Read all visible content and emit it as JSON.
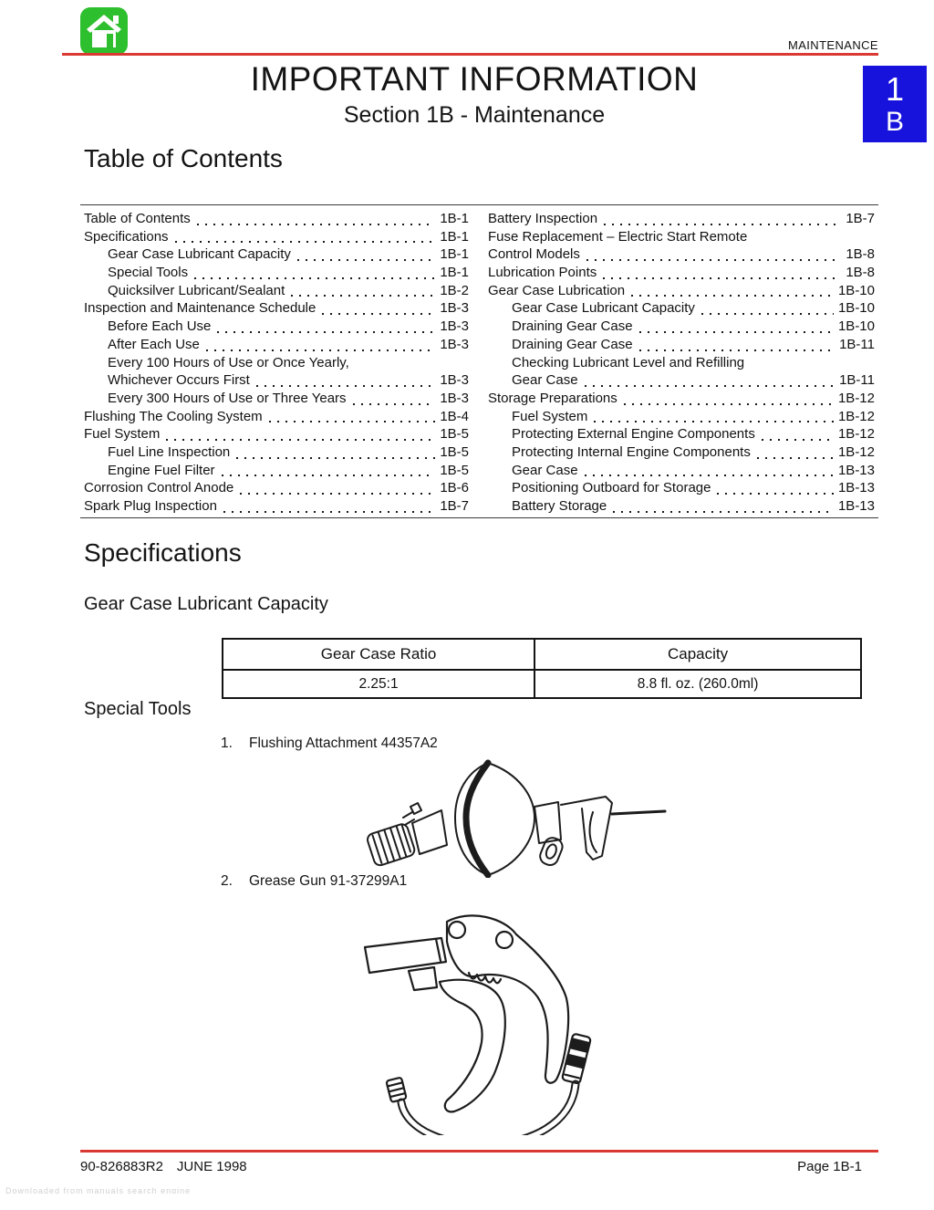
{
  "header": {
    "eyebrow": "MAINTENANCE",
    "title": "IMPORTANT INFORMATION",
    "subtitle": "Section 1B - Maintenance",
    "section_tab": {
      "line1": "1",
      "line2": "B"
    }
  },
  "toc": {
    "heading": "Table of Contents",
    "left": [
      {
        "label": "Table of Contents",
        "page": "1B-1",
        "indent": 0
      },
      {
        "label": "Specifications",
        "page": "1B-1",
        "indent": 0
      },
      {
        "label": "Gear Case Lubricant Capacity",
        "page": "1B-1",
        "indent": 1
      },
      {
        "label": "Special Tools",
        "page": "1B-1",
        "indent": 1
      },
      {
        "label": "Quicksilver Lubricant/Sealant",
        "page": "1B-2",
        "indent": 1
      },
      {
        "label": "Inspection and Maintenance Schedule",
        "page": "1B-3",
        "indent": 0
      },
      {
        "label": "Before Each Use",
        "page": "1B-3",
        "indent": 1
      },
      {
        "label": "After Each Use",
        "page": "1B-3",
        "indent": 1
      },
      {
        "label": "Every 100 Hours of Use or Once Yearly,",
        "page": null,
        "indent": 1
      },
      {
        "label": "Whichever Occurs First",
        "page": "1B-3",
        "indent": 1
      },
      {
        "label": "Every 300 Hours of Use or Three Years",
        "page": "1B-3",
        "indent": 1
      },
      {
        "label": "Flushing The Cooling System",
        "page": "1B-4",
        "indent": 0
      },
      {
        "label": "Fuel System",
        "page": "1B-5",
        "indent": 0
      },
      {
        "label": "Fuel Line Inspection",
        "page": "1B-5",
        "indent": 1
      },
      {
        "label": "Engine Fuel Filter",
        "page": "1B-5",
        "indent": 1
      },
      {
        "label": "Corrosion Control Anode",
        "page": "1B-6",
        "indent": 0
      },
      {
        "label": "Spark Plug Inspection",
        "page": "1B-7",
        "indent": 0
      }
    ],
    "right": [
      {
        "label": "Battery Inspection",
        "page": "1B-7",
        "indent": 0
      },
      {
        "label": "Fuse Replacement – Electric Start Remote",
        "page": null,
        "indent": 0
      },
      {
        "label": "Control Models",
        "page": "1B-8",
        "indent": 0
      },
      {
        "label": "Lubrication Points",
        "page": "1B-8",
        "indent": 0
      },
      {
        "label": "Gear Case Lubrication",
        "page": "1B-10",
        "indent": 0
      },
      {
        "label": "Gear Case Lubricant Capacity",
        "page": "1B-10",
        "indent": 1
      },
      {
        "label": "Draining Gear Case",
        "page": "1B-10",
        "indent": 1
      },
      {
        "label": "Draining Gear Case",
        "page": "1B-11",
        "indent": 1
      },
      {
        "label": "Checking Lubricant Level and Refilling",
        "page": null,
        "indent": 1
      },
      {
        "label": "Gear Case",
        "page": "1B-11",
        "indent": 1
      },
      {
        "label": "Storage Preparations",
        "page": "1B-12",
        "indent": 0
      },
      {
        "label": "Fuel System",
        "page": "1B-12",
        "indent": 1
      },
      {
        "label": "Protecting External Engine Components",
        "page": "1B-12",
        "indent": 1
      },
      {
        "label": "Protecting Internal Engine Components",
        "page": "1B-12",
        "indent": 1
      },
      {
        "label": "Gear Case",
        "page": "1B-13",
        "indent": 1
      },
      {
        "label": "Positioning Outboard for Storage",
        "page": "1B-13",
        "indent": 1
      },
      {
        "label": "Battery Storage",
        "page": "1B-13",
        "indent": 1
      }
    ]
  },
  "specifications": {
    "heading": "Specifications",
    "subheading": "Gear Case Lubricant Capacity",
    "table": {
      "headers": [
        "Gear Case Ratio",
        "Capacity"
      ],
      "rows": [
        [
          "2.25:1",
          "8.8 fl. oz. (260.0ml)"
        ]
      ]
    },
    "special_tools_heading": "Special Tools",
    "tools": [
      {
        "num": "1.",
        "label": "Flushing Attachment 44357A2"
      },
      {
        "num": "2.",
        "label": "Grease Gun 91-37299A1"
      }
    ]
  },
  "footer": {
    "doc_number": "90-826883R2",
    "date": "JUNE 1998",
    "page": "Page 1B-1",
    "watermark": "Downloaded from manuals search engine"
  },
  "colors": {
    "accent_red": "#da3832",
    "tab_blue": "#1713dd",
    "icon_green": "#2dbf2d"
  }
}
